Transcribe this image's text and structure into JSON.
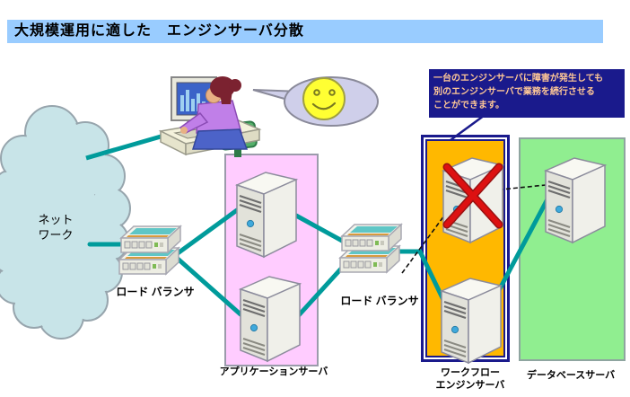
{
  "title": "大規模運用に適した　エンジンサーバ分散",
  "callout": {
    "line1": "一台のエンジンサーバに障害が発生しても",
    "line2": "別のエンジンサーバで業務を続行させる",
    "line3": "ことができます。"
  },
  "cloud": {
    "label_line1": "ネット",
    "label_line2": "ワーク"
  },
  "labels": {
    "load_balancer_1": "ロード バランサ",
    "load_balancer_2": "ロード バランサ",
    "app_server": "アプリケーションサーバ",
    "workflow_line1": "ワークフロー",
    "workflow_line2": "エンジンサーバ",
    "db_server": "データベースサーバ"
  },
  "icons": {
    "cloud": "network-cloud-icon",
    "load_balancer": "load-balancer-stack-icon",
    "server": "tower-server-icon",
    "failure": "red-x-failure-icon",
    "user": "person-at-computer-icon",
    "smiley": "smiley-speech-bubble-icon"
  },
  "colors": {
    "title_bg": "#99CCFF",
    "callout_bg": "#1A1A8C",
    "callout_text": "#FFC896",
    "cloud_fill": "#C8E4E8",
    "app_zone": "#FFCCFF",
    "workflow_zone": "#FFB800",
    "db_zone": "#90EE90",
    "connector": "#009B9B",
    "failure_x": "#CC0000",
    "smiley": "#FFFF33"
  }
}
